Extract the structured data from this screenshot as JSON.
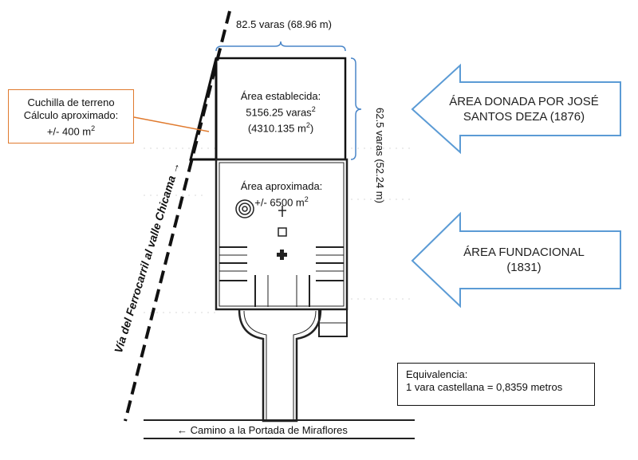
{
  "dimensions": {
    "top_width": "82.5 varas (68.96 m)",
    "side_height": "62.5 varas (52.24 m)"
  },
  "areas": {
    "established": {
      "line1": "Área establecida:",
      "line2_value": "5156.25 varas",
      "line2_sup": "2",
      "line3_value": "(4310.135 m",
      "line3_sup": "2",
      "line3_end": ")"
    },
    "approximate": {
      "line1": "Área aproximada:",
      "line2_value": "+/- 6500 m",
      "line2_sup": "2"
    }
  },
  "cuchilla": {
    "line1": "Cuchilla de terreno",
    "line2": "Cálculo aproximado:",
    "line3_value": "+/- 400 m",
    "line3_sup": "2"
  },
  "arrows": {
    "donated": {
      "line1": "ÁREA DONADA POR JOSÉ",
      "line2": "SANTOS DEZA (1876)"
    },
    "founding": {
      "line1": "ÁREA FUNDACIONAL",
      "line2": "(1831)"
    }
  },
  "equivalence": {
    "line1": "Equivalencia:",
    "line2": "1 vara castellana = 0,8359 metros"
  },
  "railway_label": "Vía del Ferrocarril al valle Chicama →",
  "road_label": "← Camino a la Portada de Miraflores",
  "colors": {
    "arrow_outline": "#5b9bd5",
    "brace": "#4a86c8",
    "callout": "#e07a2e"
  }
}
